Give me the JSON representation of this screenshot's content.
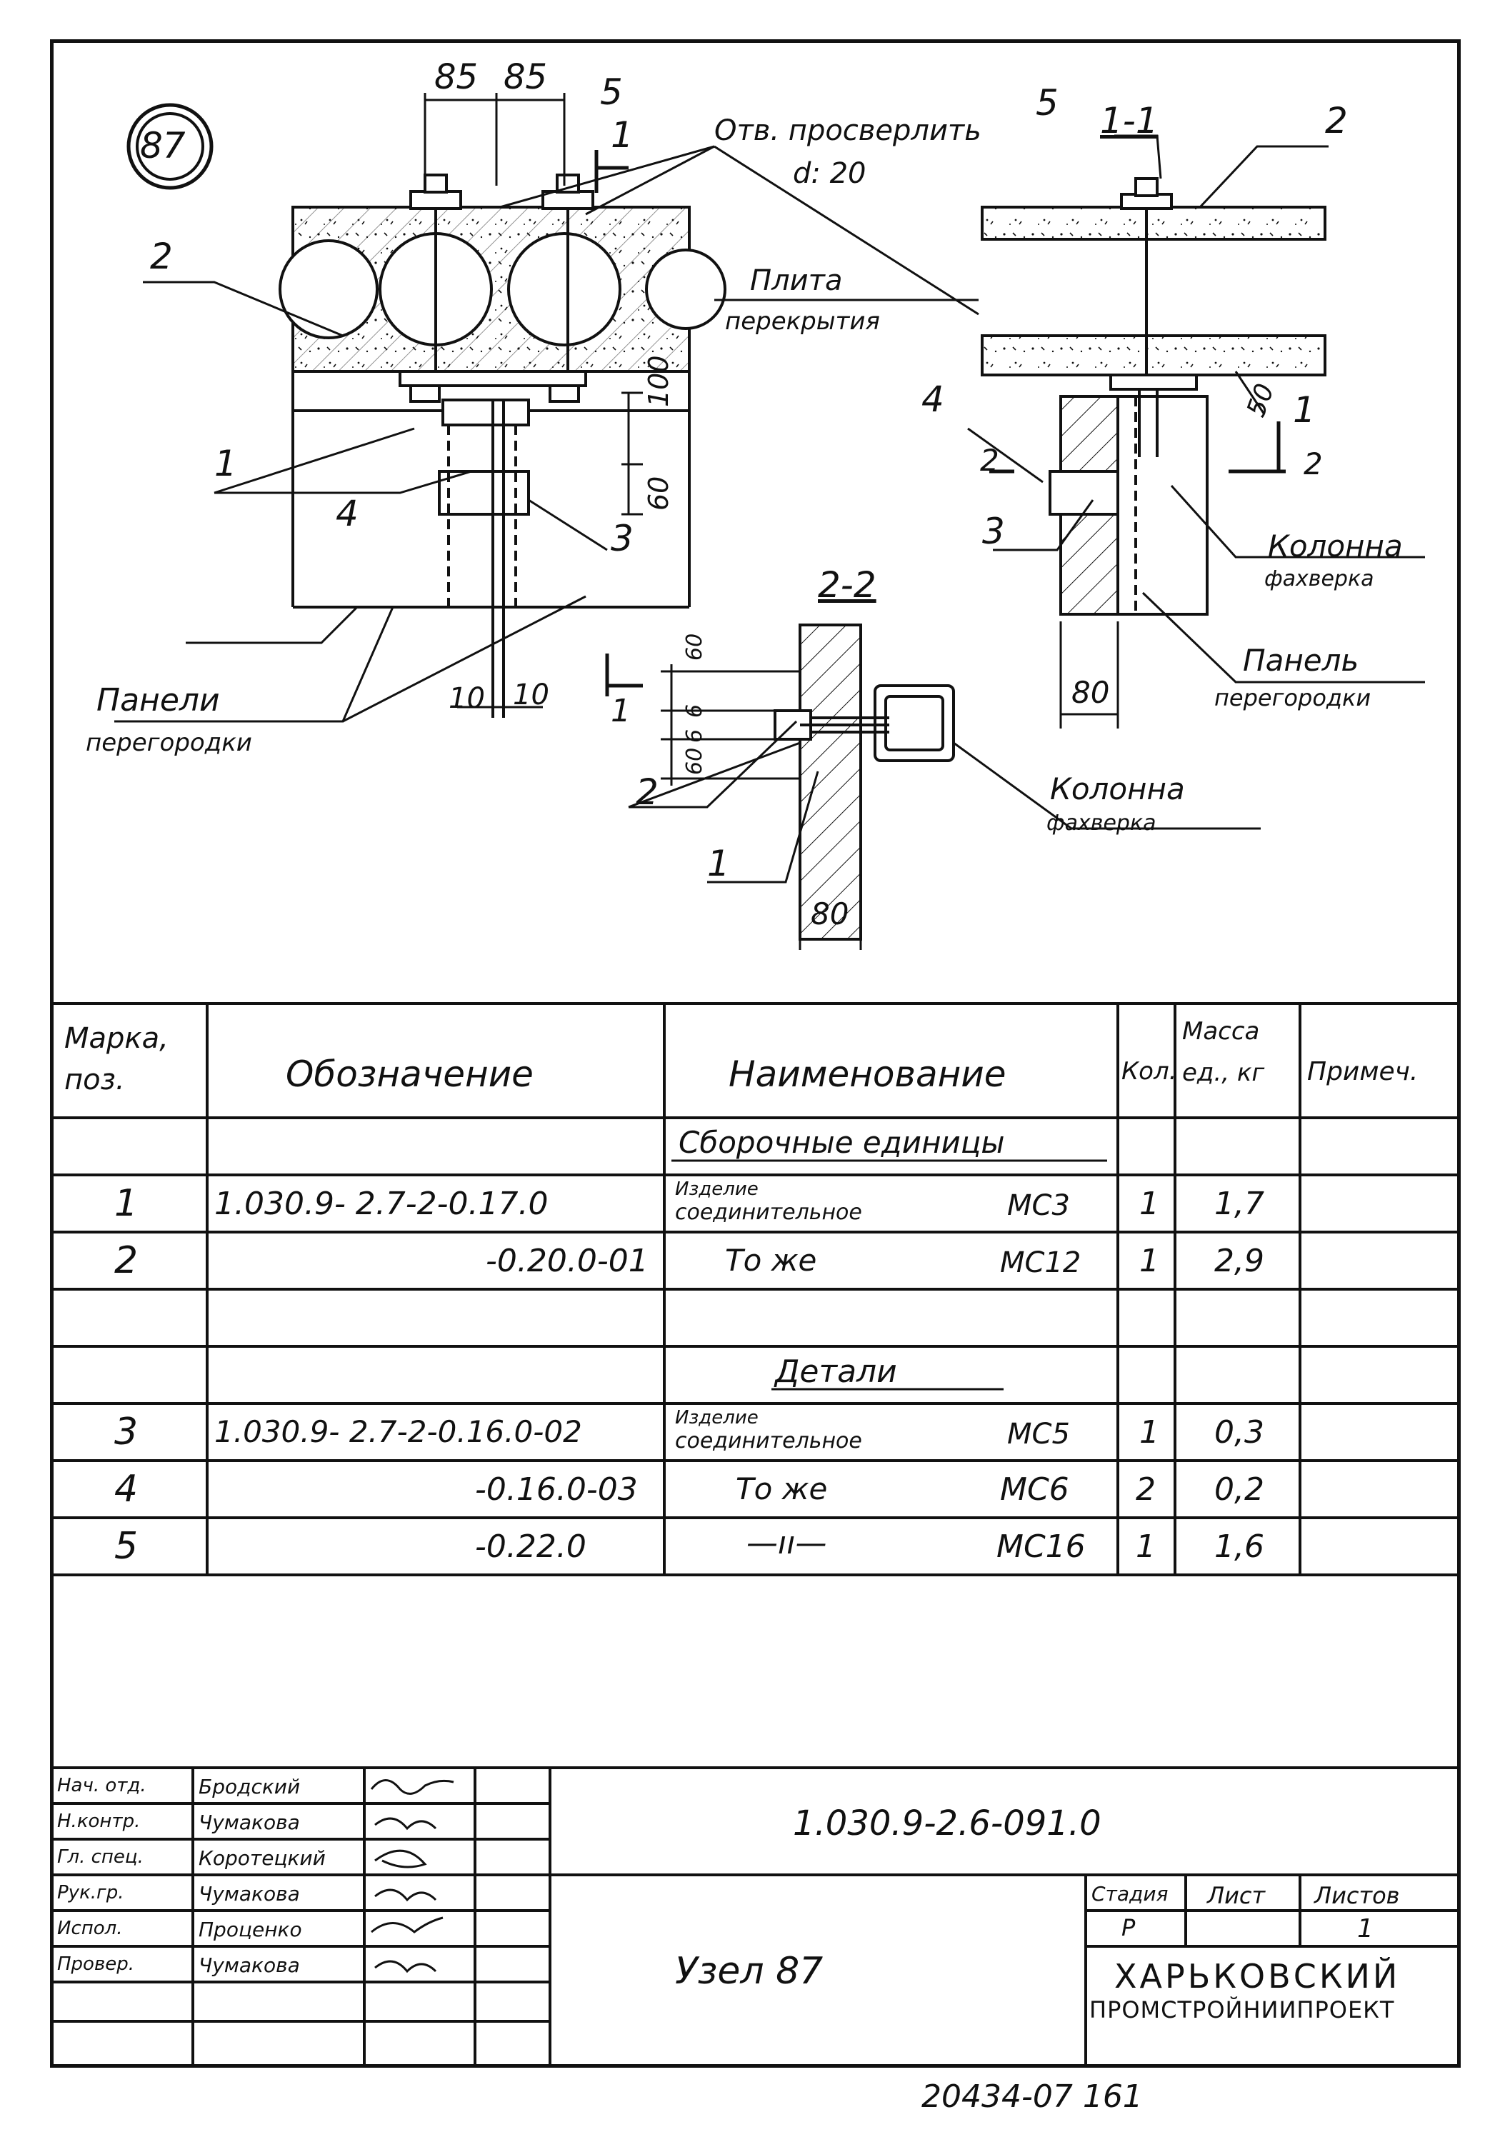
{
  "node_number": "87",
  "labels": {
    "dim_85_a": "85",
    "dim_85_b": "85",
    "pos5_left": "5",
    "sec1_marker": "1",
    "drill_note_l1": "Отв. просверлить",
    "drill_note_l2": "d: 20",
    "section_1_1": "1-1",
    "pos5_right": "5",
    "pos2_right": "2",
    "pos2_left": "2",
    "slab_l1": "Плита",
    "slab_l2": "перекрытия",
    "pos1_left": "1",
    "pos4_left": "4",
    "pos3_left": "3",
    "dim_100": "100",
    "dim_60": "60",
    "dim_50": "50",
    "panels_l1": "Панели",
    "panels_l2": "перегородки",
    "dim_10_a": "10",
    "dim_10_b": "10",
    "section_2_2": "2-2",
    "pos4_right": "4",
    "cut2_left": "2",
    "cut2_right": "2",
    "cut1_right": "1",
    "pos3_right": "3",
    "column_r_l1": "Колонна",
    "column_r_l2": "фахверка",
    "panel_r_l1": "Панель",
    "panel_r_l2": "перегородки",
    "dim_80_right": "80",
    "dim_60_top": "60",
    "dim_6_a": "6",
    "dim_6_b": "6",
    "dim_60_bot": "60",
    "cut1_mid": "1",
    "pos2_mid": "2",
    "pos1_mid": "1",
    "column_m_l1": "Колонна",
    "column_m_l2": "фахверка",
    "dim_80_mid": "80"
  },
  "spec_table": {
    "headers": {
      "mark": "Марка, поз.",
      "designation": "Обозначение",
      "name": "Наименование",
      "qty": "Кол.",
      "mass": "Масса ед., кг",
      "note": "Примеч."
    },
    "group_assembly": "Сборочные единицы",
    "group_details": "Детали",
    "rows": [
      {
        "mark": "1",
        "designation": "1.030.9- 2.7-2-0.17.0",
        "name_a": "Изделие",
        "name_b": "соединительное",
        "code": "МС3",
        "qty": "1",
        "mass": "1,7"
      },
      {
        "mark": "2",
        "designation": "-0.20.0-01",
        "name": "То же",
        "code": "МС12",
        "qty": "1",
        "mass": "2,9"
      },
      {
        "mark": "3",
        "designation": "1.030.9- 2.7-2-0.16.0-02",
        "name_a": "Изделие",
        "name_b": "соединительное",
        "code": "МС5",
        "qty": "1",
        "mass": "0,3"
      },
      {
        "mark": "4",
        "designation": "-0.16.0-03",
        "name": "То же",
        "code": "МС6",
        "qty": "2",
        "mass": "0,2"
      },
      {
        "mark": "5",
        "designation": "-0.22.0",
        "name": "—ıı—",
        "code": "МС16",
        "qty": "1",
        "mass": "1,6"
      }
    ]
  },
  "title_block": {
    "roles": [
      {
        "role": "Нач. отд.",
        "name": "Бродский"
      },
      {
        "role": "Н.контр.",
        "name": "Чумакова"
      },
      {
        "role": "Гл. спец.",
        "name": "Коротецкий"
      },
      {
        "role": "Рук.гр.",
        "name": "Чумакова"
      },
      {
        "role": "Испол.",
        "name": "Проценко"
      },
      {
        "role": "Провер.",
        "name": "Чумакова"
      }
    ],
    "doc_code": "1.030.9-2.6-091.0",
    "title": "Узел 87",
    "stage_label": "Стадия",
    "sheet_label": "Лист",
    "sheets_label": "Листов",
    "stage_value": "Р",
    "sheets_value": "1",
    "org_l1": "ХАРЬКОВСКИЙ",
    "org_l2": "ПРОМСТРОЙНИИПРОЕКТ"
  },
  "footer_stamp": "20434-07   161"
}
